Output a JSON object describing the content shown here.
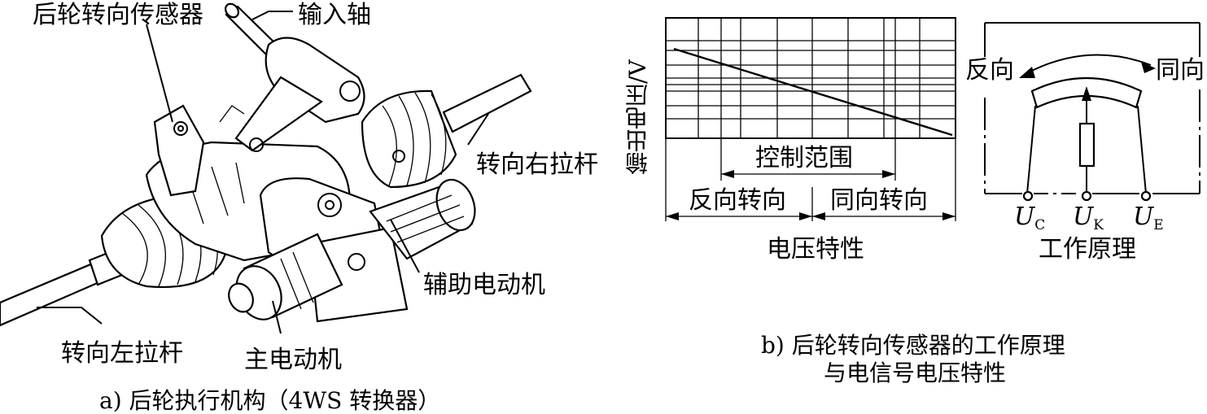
{
  "part_a": {
    "labels": {
      "rear_sensor": "后轮转向传感器",
      "input_shaft": "输入轴",
      "right_tie_rod": "转向右拉杆",
      "aux_motor": "辅助电动机",
      "left_tie_rod": "转向左拉杆",
      "main_motor": "主电动机"
    },
    "caption": "a) 后轮执行机构（4WS 转换器）"
  },
  "part_b": {
    "y_axis_label": "输出电压/V",
    "control_range": "控制范围",
    "reverse_steer": "反向转向",
    "same_steer": "同向转向",
    "voltage_char_title": "电压特性",
    "dir_reverse": "反向",
    "dir_same": "同向",
    "terminal_c": "U",
    "terminal_c_sub": "C",
    "terminal_k": "U",
    "terminal_k_sub": "K",
    "terminal_e": "U",
    "terminal_e_sub": "E",
    "principle_title": "工作原理",
    "caption_line1": "b) 后轮转向传感器的工作原理",
    "caption_line2": "与电信号电压特性"
  }
}
